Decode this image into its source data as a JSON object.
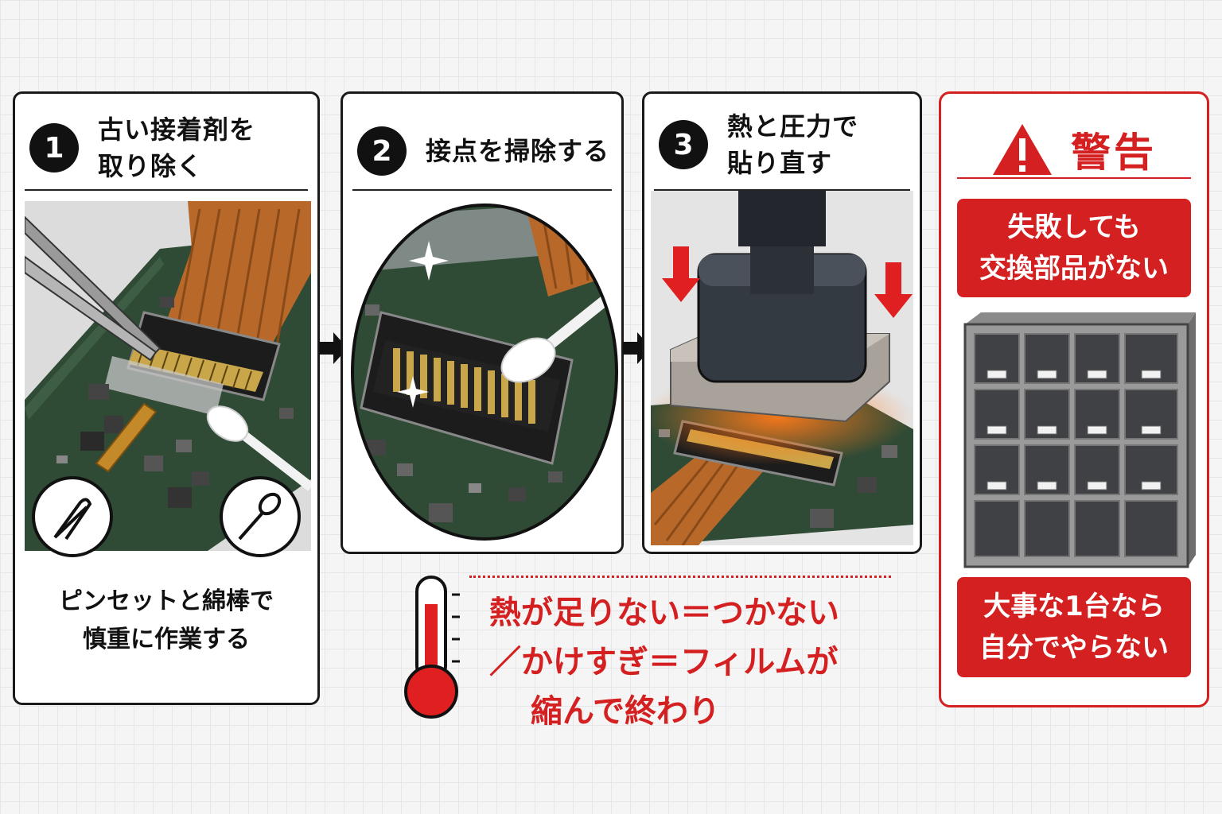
{
  "steps": [
    {
      "number": "1",
      "title_lines": [
        "古い接着剤を",
        "取り除く"
      ],
      "caption_lines": [
        "ピンセットと綿棒で",
        "慎重に作業する"
      ],
      "tools": [
        "tweezers-icon",
        "cotton-swab-icon"
      ]
    },
    {
      "number": "2",
      "title_lines": [
        "接点を掃除する"
      ]
    },
    {
      "number": "3",
      "title_lines": [
        "熱と圧力で",
        "貼り直す"
      ]
    }
  ],
  "warning": {
    "title": "警告",
    "box1_lines": [
      "失敗しても",
      "交換部品がない"
    ],
    "box2_lines": [
      "大事な1台なら",
      "自分でやらない"
    ]
  },
  "heat_note": {
    "lines": [
      "熱が足りない＝つかない",
      "／かけすぎ＝フィルムが",
      "縮んで終わり"
    ]
  },
  "colors": {
    "accent_red": "#d42020",
    "pcb_green": "#2f4a35",
    "flex_cable": "#b8692a",
    "outline": "#1a1a1a"
  }
}
